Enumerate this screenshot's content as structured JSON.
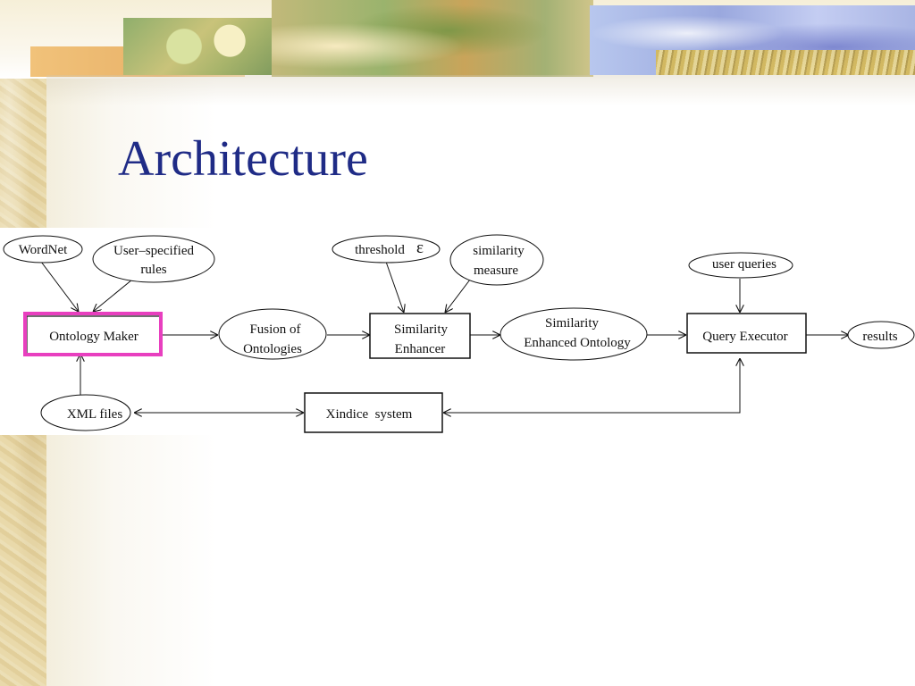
{
  "slide": {
    "title": "Architecture"
  },
  "diagram": {
    "nodes": {
      "wordnet": "WordNet",
      "user_rules_line1": "User–specified",
      "user_rules_line2": "rules",
      "ontology_maker": "Ontology Maker",
      "fusion_line1": "Fusion of",
      "fusion_line2": "Ontologies",
      "threshold_label": "threshold",
      "threshold_symbol": "ε",
      "similarity_measure_line1": "similarity",
      "similarity_measure_line2": "measure",
      "similarity_enhancer_line1": "Similarity",
      "similarity_enhancer_line2": "Enhancer",
      "seo_line1": "Similarity",
      "seo_line2": "Enhanced Ontology",
      "user_queries": "user queries",
      "query_executor": "Query Executor",
      "results": "results",
      "xml_files": "XML files",
      "xindice": "Xindice  system"
    },
    "highlight_color": "#e83fbf",
    "line_color": "#111111"
  },
  "colors": {
    "title": "#1f2b86",
    "background": "#ffffff",
    "parchment": "#e9d9aa"
  }
}
